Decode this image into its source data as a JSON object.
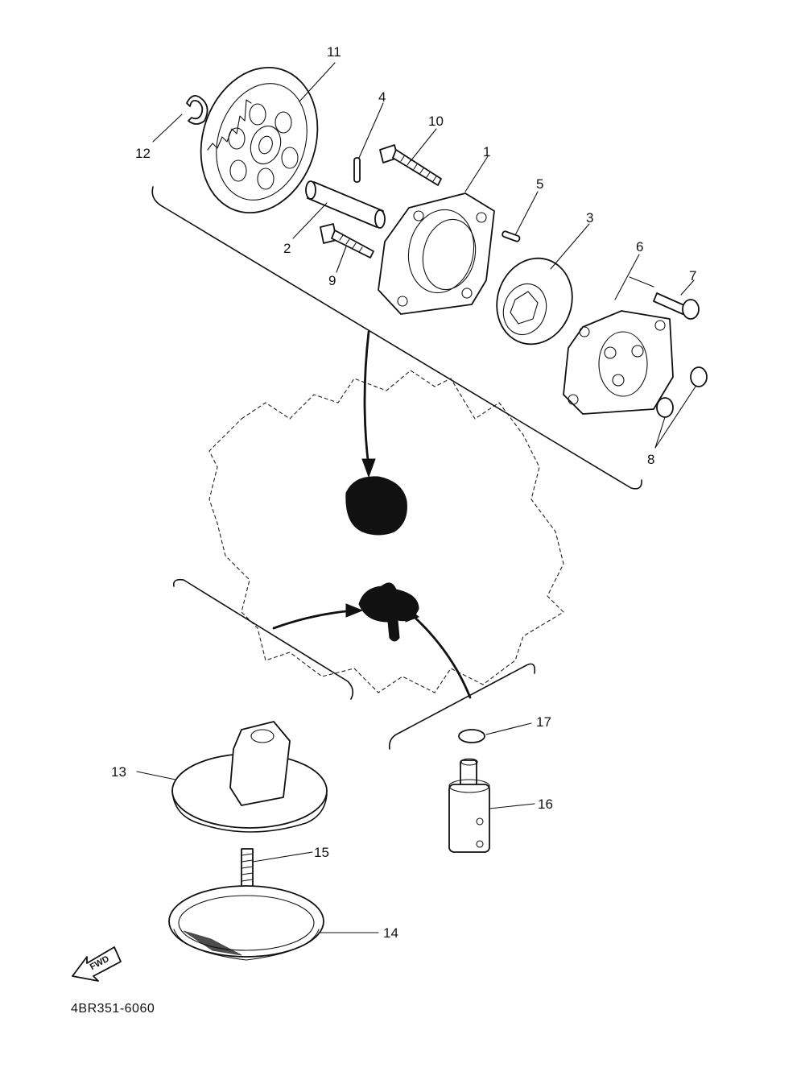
{
  "diagram": {
    "catalog_code": "4BR351-6060",
    "fwd_label": "FWD",
    "callouts": [
      {
        "id": "1",
        "text": "1"
      },
      {
        "id": "2",
        "text": "2"
      },
      {
        "id": "3",
        "text": "3"
      },
      {
        "id": "4",
        "text": "4"
      },
      {
        "id": "5",
        "text": "5"
      },
      {
        "id": "6",
        "text": "6"
      },
      {
        "id": "7",
        "text": "7"
      },
      {
        "id": "8",
        "text": "8"
      },
      {
        "id": "9",
        "text": "9"
      },
      {
        "id": "10",
        "text": "10"
      },
      {
        "id": "11",
        "text": "11"
      },
      {
        "id": "12",
        "text": "12"
      },
      {
        "id": "13",
        "text": "13"
      },
      {
        "id": "14",
        "text": "14"
      },
      {
        "id": "15",
        "text": "15"
      },
      {
        "id": "16",
        "text": "16"
      },
      {
        "id": "17",
        "text": "17"
      }
    ]
  }
}
